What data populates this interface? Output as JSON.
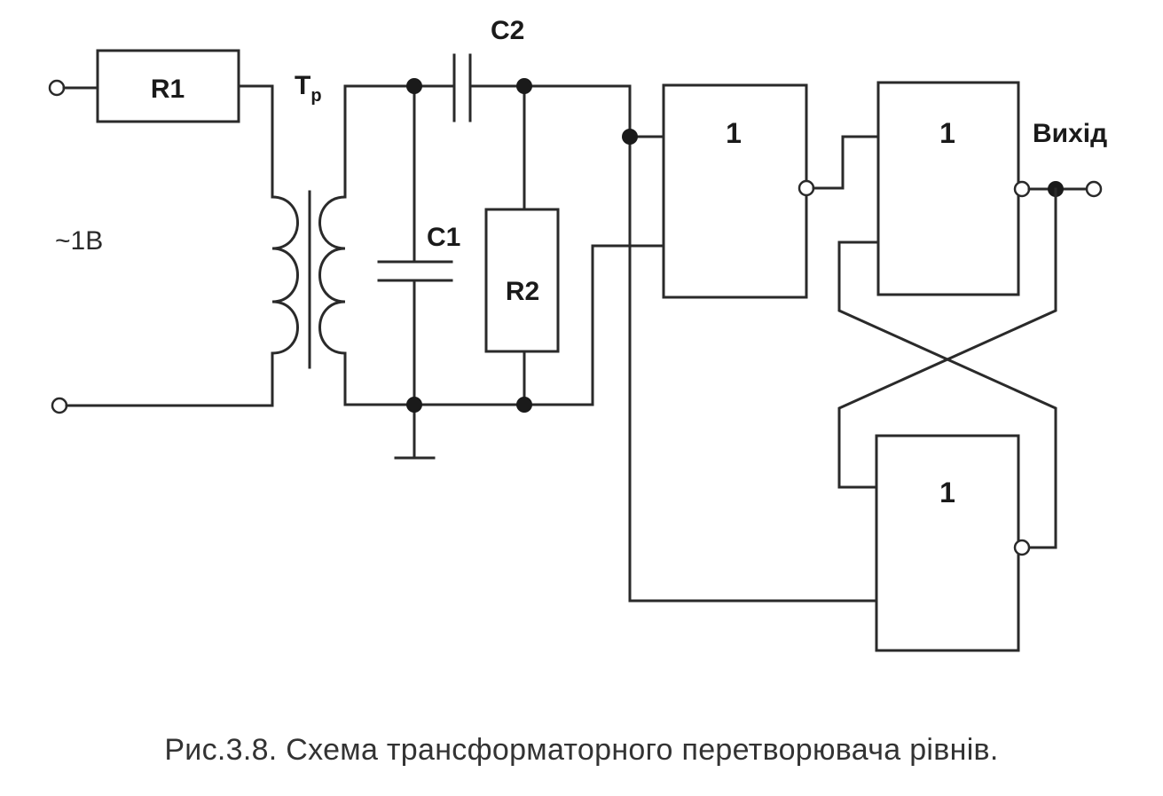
{
  "diagram": {
    "labels": {
      "r1": "R1",
      "r2": "R2",
      "c1": "C1",
      "c2": "C2",
      "transformer": "T",
      "transformer_sub": "p",
      "source": "~1B",
      "output": "Вихід",
      "gate1": "1",
      "gate2": "1",
      "gate3": "1"
    },
    "caption": "Рис.3.8. Схема трансформаторного перетворювача рівнів."
  }
}
